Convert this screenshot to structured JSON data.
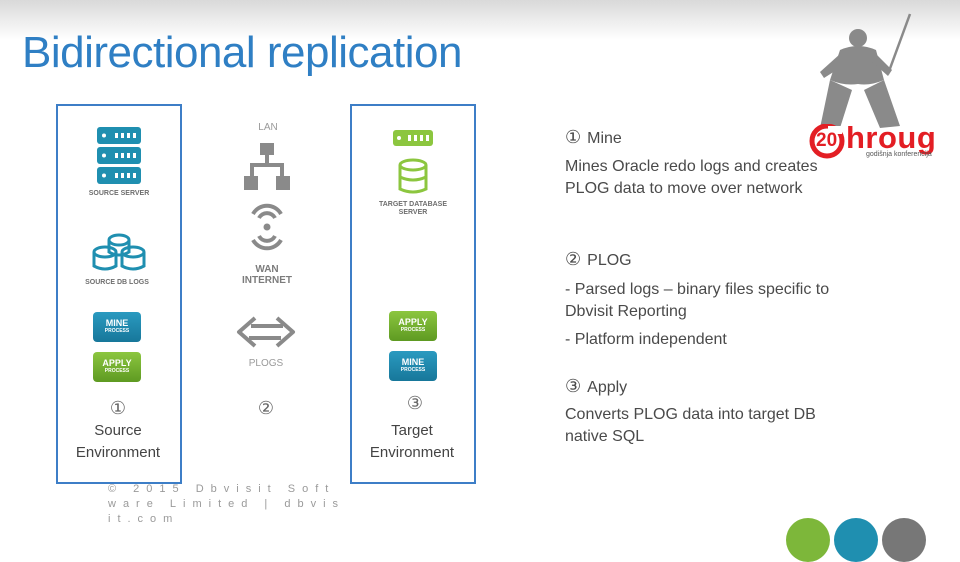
{
  "title": "Bidirectional replication",
  "left_column": {
    "source_server": "SOURCE SERVER",
    "source_db_logs": "SOURCE DB LOGS",
    "mine_process": {
      "line1": "MINE",
      "line2": "PROCESS"
    },
    "apply_process": {
      "line1": "APPLY",
      "line2": "PROCESS"
    },
    "marker": "①",
    "env_label": "Source Environment"
  },
  "middle_column": {
    "lan": "LAN",
    "wan": "WAN INTERNET",
    "plogs": "PLOGS",
    "marker": "②"
  },
  "right_column": {
    "target_db_server": "TARGET DATABASE SERVER",
    "apply_process": {
      "line1": "APPLY",
      "line2": "PROCESS"
    },
    "mine_process": {
      "line1": "MINE",
      "line2": "PROCESS"
    },
    "marker": "③",
    "env_label": "Target Environment"
  },
  "steps": [
    {
      "marker": "①",
      "title": "Mine",
      "lines": [
        "Mines Oracle redo logs and creates PLOG data to move over network"
      ]
    },
    {
      "marker": "②",
      "title": "PLOG",
      "lines": [
        "- Parsed logs – binary files specific to Dbvisit Reporting",
        "- Platform independent"
      ]
    },
    {
      "marker": "③",
      "title": "Apply",
      "lines": [
        "Converts PLOG data into target DB native SQL"
      ]
    }
  ],
  "logo": {
    "number": "20",
    "text": "hroug",
    "subtitle": "godišnja konferencija"
  },
  "footer": "© 2015 Dbvisit Software Limited | dbvisit.com",
  "colors": {
    "accent": "#2f7fc4",
    "teal": "#1f8fb0",
    "green": "#7db73a",
    "logo_red": "#e31e24"
  }
}
